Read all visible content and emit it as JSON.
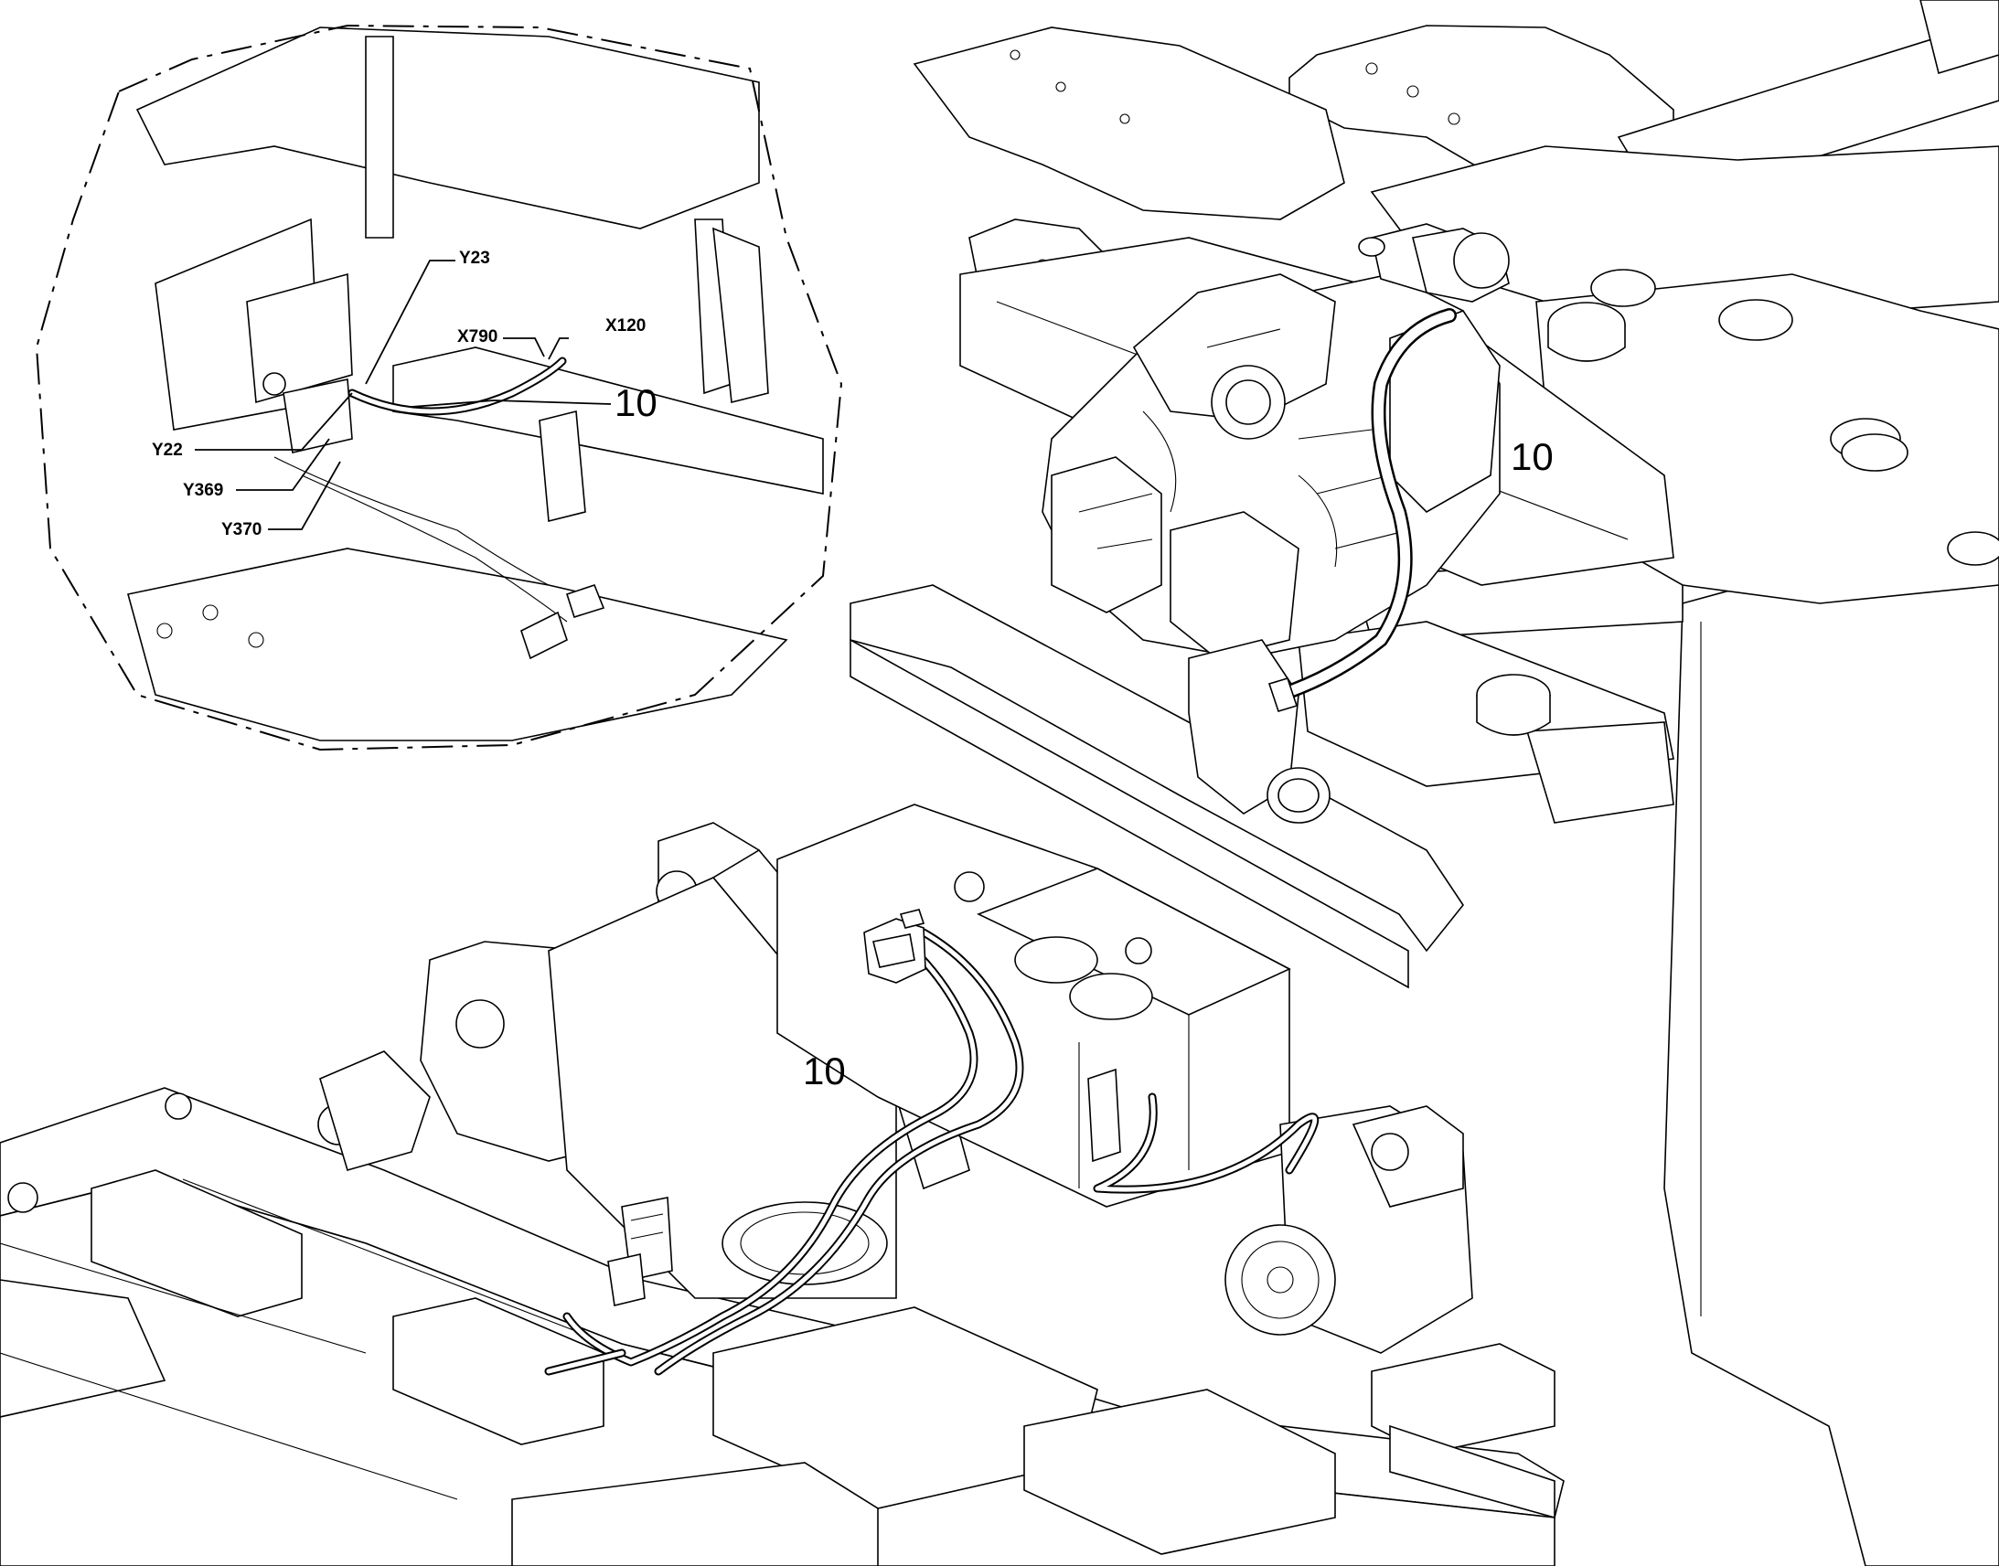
{
  "labels": {
    "y23": "Y23",
    "x790": "X790",
    "x120": "X120",
    "y22": "Y22",
    "y369": "Y369",
    "y370": "Y370",
    "detail_item": "10",
    "engine_item": "10",
    "chassis_item": "10"
  },
  "colors": {
    "line": "#000000",
    "background": "#ffffff"
  }
}
